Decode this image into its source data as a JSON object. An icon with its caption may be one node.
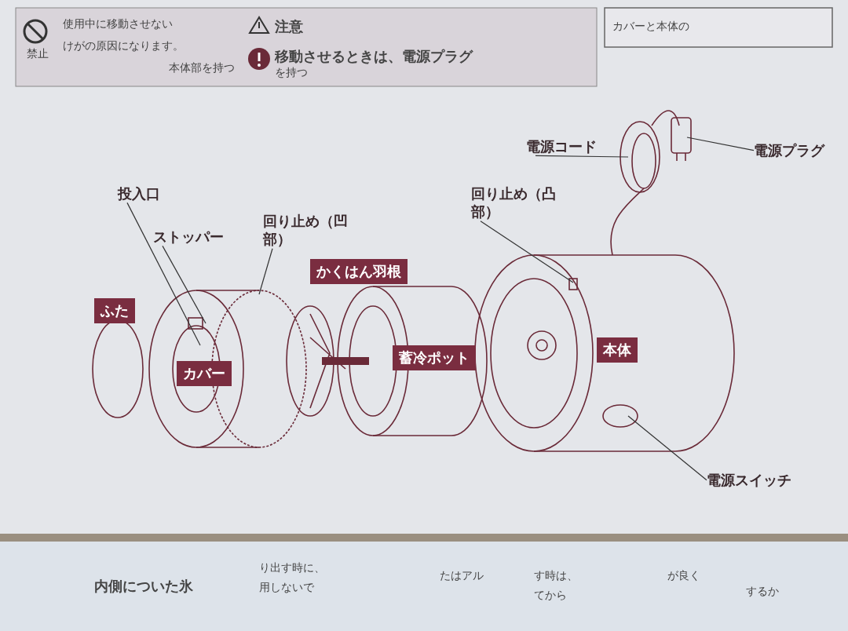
{
  "diagram": {
    "nodes": [
      {
        "text": [
          "ふた"
        ]
      },
      {
        "text": [
          "投入口"
        ]
      },
      {
        "text": [
          "ストッパー"
        ]
      },
      {
        "text": [
          "カバー"
        ]
      },
      {
        "text": [
          "回り止め（凹部）"
        ]
      },
      {
        "text": [
          "かくはん羽根"
        ]
      },
      {
        "text": [
          "蓄冷ポット"
        ]
      },
      {
        "text": [
          "回り止め（凸部）"
        ]
      },
      {
        "text": [
          "本体"
        ]
      },
      {
        "text": [
          "電源スイッチ"
        ]
      },
      {
        "text": [
          "電源コード"
        ]
      },
      {
        "text": [
          "電源プラグ"
        ]
      }
    ],
    "edges": [
      {
        "from": 1,
        "to": null,
        "arrow": "none"
      },
      {
        "from": 2,
        "to": null,
        "arrow": "none"
      },
      {
        "from": 4,
        "to": null,
        "arrow": "none"
      },
      {
        "from": 7,
        "to": null,
        "arrow": "none"
      },
      {
        "from": 9,
        "to": null,
        "arrow": "none"
      },
      {
        "from": 10,
        "to": null,
        "arrow": "none"
      },
      {
        "from": 11,
        "to": null,
        "arrow": "none"
      }
    ],
    "labels": [
      "禁止",
      "使用中に移動させない",
      "けがの原因になります。",
      "注意",
      "本体部を持つ",
      "移動させるときは、電源プラグ",
      "を持つ",
      "カバーと本体の",
      "内側についた氷",
      "り出す時に、",
      "用しないで",
      "たはアル",
      "す時は、",
      "てから",
      "が良く",
      "するか"
    ]
  }
}
